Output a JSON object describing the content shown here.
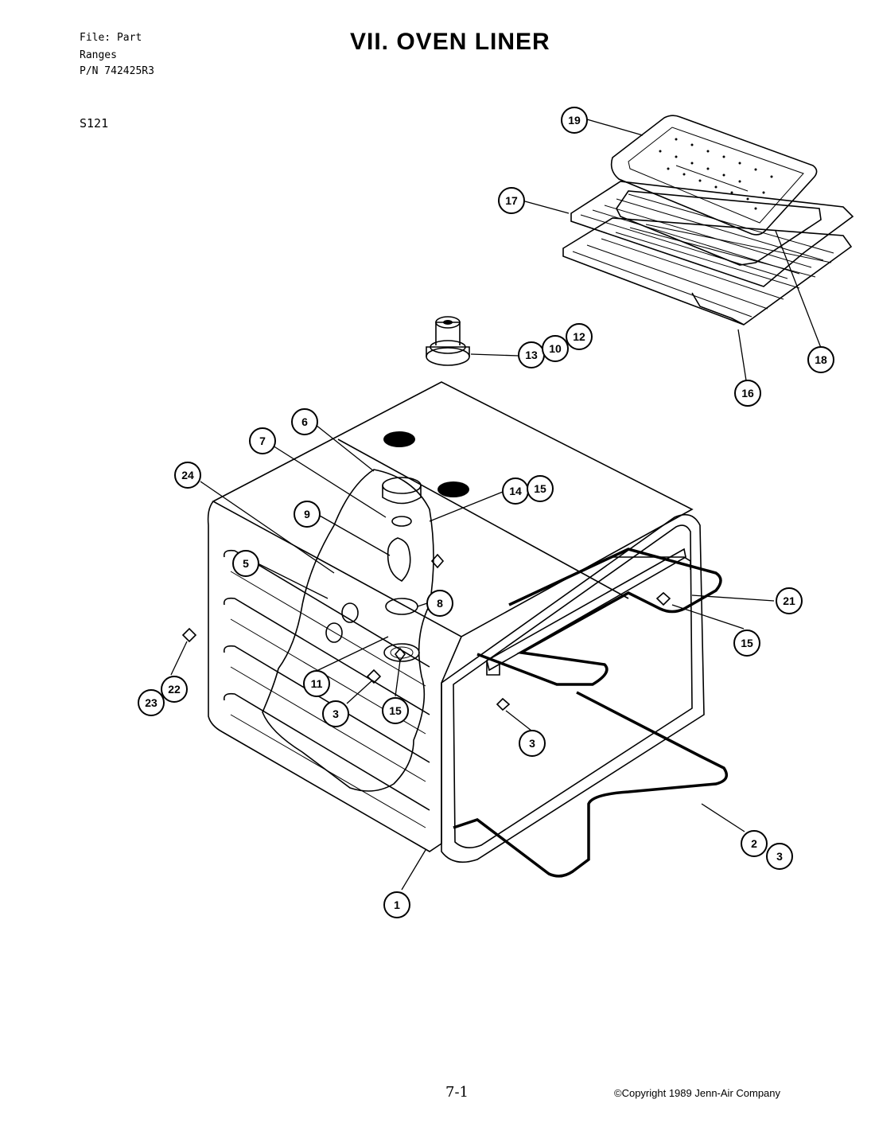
{
  "header": {
    "file_line": "File: Part",
    "category_line": "Ranges",
    "part_number_line": "P/N 742425R3",
    "model": "S121",
    "title": "VII. OVEN LINER"
  },
  "footer": {
    "page_number": "7-1",
    "copyright": "©Copyright 1989 Jenn-Air Company"
  },
  "callouts": [
    "19",
    "17",
    "18",
    "16",
    "13",
    "10",
    "12",
    "6",
    "7",
    "24",
    "14",
    "15",
    "9",
    "5",
    "8",
    "21",
    "15",
    "11",
    "3",
    "15",
    "22",
    "23",
    "3",
    "2",
    "3",
    "1"
  ]
}
